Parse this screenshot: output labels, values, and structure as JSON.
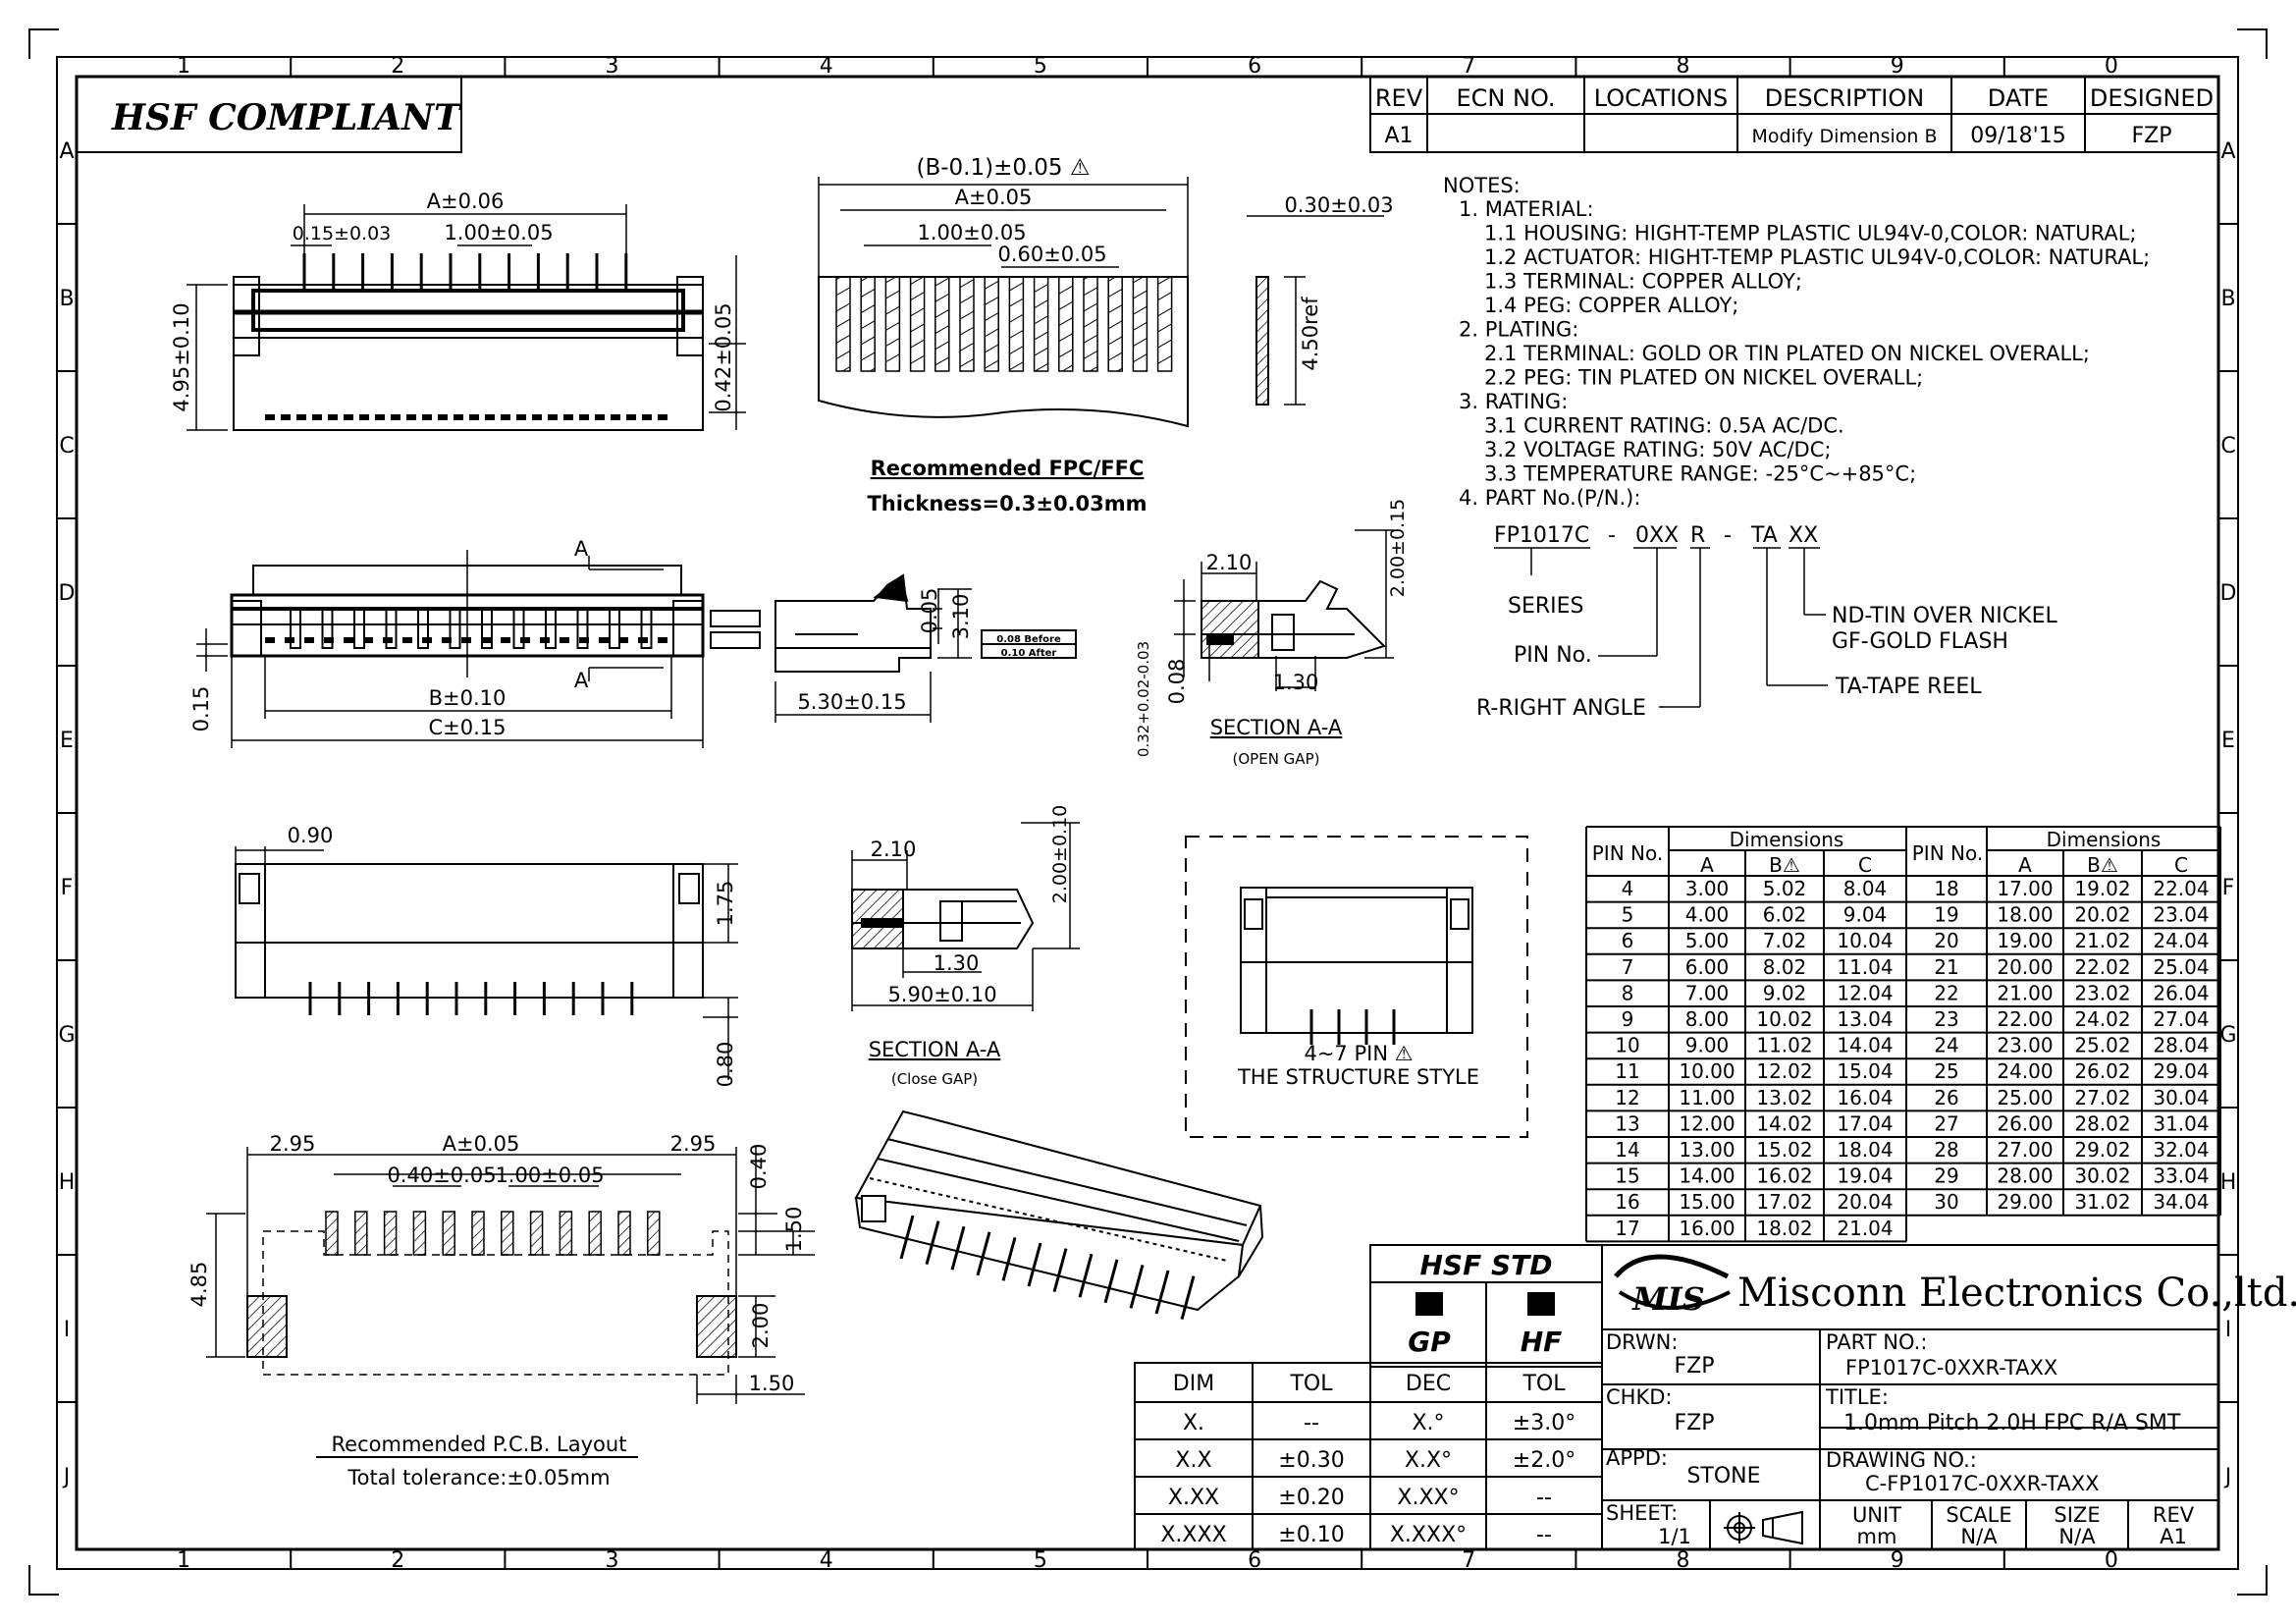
{
  "title_block": {
    "hsf_compliant": "HSF  COMPLIANT",
    "revision_table": {
      "headers": [
        "REV",
        "ECN NO.",
        "LOCATIONS",
        "DESCRIPTION",
        "DATE",
        "DESIGNED"
      ],
      "row": [
        "A1",
        "",
        "",
        "Modify Dimension B",
        "09/18'15",
        "FZP"
      ]
    },
    "hsf_std": "HSF  STD",
    "gp": "GP",
    "hf": "HF",
    "company_logo": "MIS",
    "company_name": "Misconn Electronics Co.,ltd.",
    "drwn_label": "DRWN:",
    "drwn": "FZP",
    "chkd_label": "CHKD:",
    "chkd": "FZP",
    "appd_label": "APPD:",
    "appd": "STONE",
    "sheet_label": "SHEET:",
    "sheet": "1/1",
    "part_no_label": "PART  NO.:",
    "part_no": "FP1017C-0XXR-TAXX",
    "title_label": "TITLE:",
    "title": "1.0mm  Pitch  2.0H  FPC  R/A  SMT",
    "drawing_no_label": "DRAWING  NO.:",
    "drawing_no": "C-FP1017C-0XXR-TAXX",
    "unit_label": "UNIT",
    "unit": "mm",
    "scale_label": "SCALE",
    "scale": "N/A",
    "size_label": "SIZE",
    "size": "N/A",
    "rev_label": "REV",
    "rev": "A1"
  },
  "tolerance_table": {
    "headers": [
      "DIM",
      "TOL",
      "DEC",
      "TOL"
    ],
    "rows": [
      [
        "X.",
        "--",
        "X.°",
        "±3.0°"
      ],
      [
        "X.X",
        "±0.30",
        "X.X°",
        "±2.0°"
      ],
      [
        "X.XX",
        "±0.20",
        "X.XX°",
        "--"
      ],
      [
        "X.XXX",
        "±0.10",
        "X.XXX°",
        "--"
      ]
    ]
  },
  "grid": {
    "columns": [
      "1",
      "2",
      "3",
      "4",
      "5",
      "6",
      "7",
      "8",
      "9",
      "0"
    ],
    "rows": [
      "A",
      "B",
      "C",
      "D",
      "E",
      "F",
      "G",
      "H",
      "I",
      "J"
    ]
  },
  "notes": {
    "heading": "NOTES:",
    "lines": [
      "1.  MATERIAL:",
      "1.1  HOUSING:  HIGHT-TEMP  PLASTIC  UL94V-0,COLOR: NATURAL;",
      "1.2  ACTUATOR:  HIGHT-TEMP  PLASTIC  UL94V-0,COLOR: NATURAL;",
      "1.3  TERMINAL:  COPPER  ALLOY;",
      "1.4  PEG:  COPPER  ALLOY;",
      "2.  PLATING:",
      "2.1  TERMINAL:  GOLD  OR  TIN  PLATED  ON  NICKEL  OVERALL;",
      "2.2  PEG:  TIN  PLATED  ON  NICKEL  OVERALL;",
      "3.  RATING:",
      "3.1  CURRENT  RATING:  0.5A  AC/DC.",
      "3.2  VOLTAGE  RATING:  50V  AC/DC;",
      "3.3  TEMPERATURE  RANGE:  -25°C~+85°C;",
      "4.  PART  No.(P/N.):"
    ]
  },
  "part_number": {
    "code": [
      "FP1017C",
      "-",
      "0XX",
      "R",
      "-",
      "TA",
      "XX"
    ],
    "series": "SERIES",
    "pin_no": "PIN  No.",
    "right_angle": "R-RIGHT  ANGLE",
    "plating_1": "ND-TIN  OVER  NICKEL",
    "plating_2": "GF-GOLD  FLASH",
    "tape_reel": "TA-TAPE  REEL"
  },
  "dimensions_table": {
    "group_header": "Dimensions",
    "pin_header": "PIN No.",
    "sub_headers": [
      "A",
      "B⚠",
      "C"
    ],
    "left": [
      [
        "4",
        "3.00",
        "5.02",
        "8.04"
      ],
      [
        "5",
        "4.00",
        "6.02",
        "9.04"
      ],
      [
        "6",
        "5.00",
        "7.02",
        "10.04"
      ],
      [
        "7",
        "6.00",
        "8.02",
        "11.04"
      ],
      [
        "8",
        "7.00",
        "9.02",
        "12.04"
      ],
      [
        "9",
        "8.00",
        "10.02",
        "13.04"
      ],
      [
        "10",
        "9.00",
        "11.02",
        "14.04"
      ],
      [
        "11",
        "10.00",
        "12.02",
        "15.04"
      ],
      [
        "12",
        "11.00",
        "13.02",
        "16.04"
      ],
      [
        "13",
        "12.00",
        "14.02",
        "17.04"
      ],
      [
        "14",
        "13.00",
        "15.02",
        "18.04"
      ],
      [
        "15",
        "14.00",
        "16.02",
        "19.04"
      ],
      [
        "16",
        "15.00",
        "17.02",
        "20.04"
      ],
      [
        "17",
        "16.00",
        "18.02",
        "21.04"
      ]
    ],
    "right": [
      [
        "18",
        "17.00",
        "19.02",
        "22.04"
      ],
      [
        "19",
        "18.00",
        "20.02",
        "23.04"
      ],
      [
        "20",
        "19.00",
        "21.02",
        "24.04"
      ],
      [
        "21",
        "20.00",
        "22.02",
        "25.04"
      ],
      [
        "22",
        "21.00",
        "23.02",
        "26.04"
      ],
      [
        "23",
        "22.00",
        "24.02",
        "27.04"
      ],
      [
        "24",
        "23.00",
        "25.02",
        "28.04"
      ],
      [
        "25",
        "24.00",
        "26.02",
        "29.04"
      ],
      [
        "26",
        "25.00",
        "27.02",
        "30.04"
      ],
      [
        "27",
        "26.00",
        "28.02",
        "31.04"
      ],
      [
        "28",
        "27.00",
        "29.02",
        "32.04"
      ],
      [
        "29",
        "28.00",
        "30.02",
        "33.04"
      ],
      [
        "30",
        "29.00",
        "31.02",
        "34.04"
      ]
    ]
  },
  "dims": {
    "top_a": "A±0.06",
    "top_015": "0.15±0.03",
    "top_100": "1.00±0.05",
    "top_495": "4.95±0.10",
    "top_042": "0.42±0.05",
    "fpc_b": "(B-0.1)±0.05 ⚠",
    "fpc_a": "A±0.05",
    "fpc_100": "1.00±0.05",
    "fpc_060": "0.60±0.05",
    "fpc_030": "0.30±0.03",
    "fpc_450": "4.50ref",
    "fpc_rec": "Recommended FPC/FFC",
    "fpc_thk": "Thickness=0.3±0.03mm",
    "front_a1": "A",
    "front_a2": "A",
    "front_015": "0.15",
    "front_b": "B±0.10",
    "front_c": "C±0.15",
    "side_530": "5.30±0.15",
    "side_005": "0.05",
    "side_310": "3.10",
    "side_gap1": "0.08 Before",
    "side_gap2": "0.10 After",
    "secA_210": "2.10",
    "secA_200": "2.00±0.15",
    "secA_032": "0.32+0.02-0.03",
    "secA_008": "0.08",
    "secA_130": "1.30",
    "secA_title": "SECTION  A-A",
    "secA_sub": "(OPEN  GAP)",
    "bot_090": "0.90",
    "bot_175": "1.75",
    "bot_080": "0.80",
    "secB_210": "2.10",
    "secB_200": "2.00±0.10",
    "secB_130": "1.30",
    "secB_590": "5.90±0.10",
    "secB_title": "SECTION  A-A",
    "secB_sub": "(Close  GAP)",
    "struct_1": "4~7  PIN ⚠",
    "struct_2": "THE  STRUCTURE  STYLE",
    "pcb_295a": "2.95",
    "pcb_a": "A±0.05",
    "pcb_295b": "2.95",
    "pcb_040": "0.40",
    "pcb_040b": "0.40±0.05",
    "pcb_100": "1.00±0.05",
    "pcb_150a": "1.50",
    "pcb_485": "4.85",
    "pcb_200": "2.00",
    "pcb_150b": "1.50",
    "pcb_rec": "Recommended  P.C.B.  Layout",
    "pcb_tol": "Total  tolerance:±0.05mm"
  }
}
